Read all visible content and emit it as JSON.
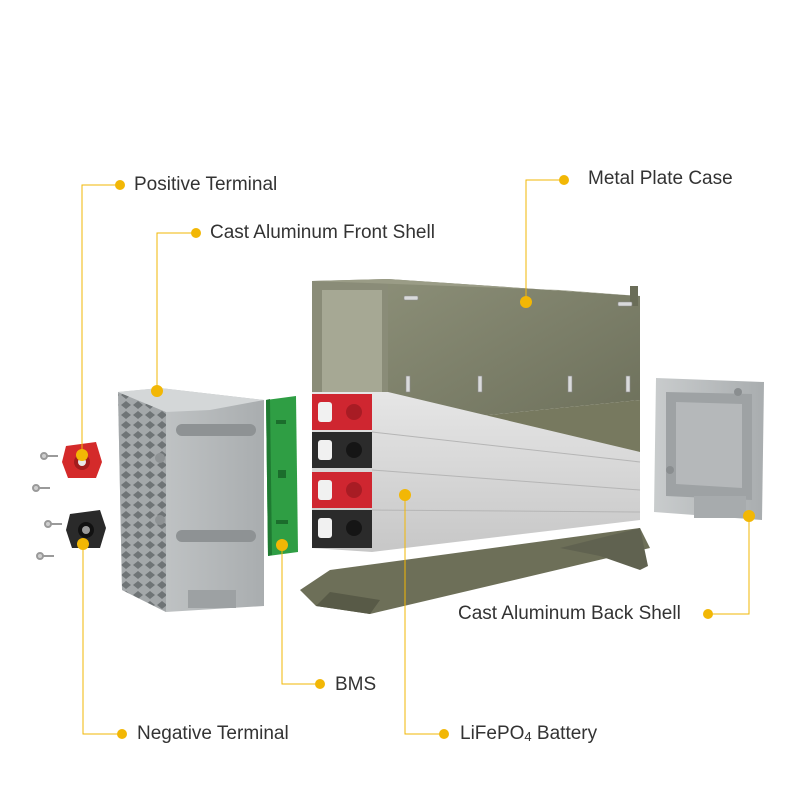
{
  "colors": {
    "leader_line": "#f2b705",
    "dot": "#f2b705",
    "label_text": "#333333",
    "case_olive": "#7a7d66",
    "aluminum_grey": "#b9bcbe",
    "bms_green": "#2f9e44",
    "terminal_red": "#d42a2a",
    "terminal_black": "#2a2a2a"
  },
  "labels": {
    "positive_terminal": "Positive Terminal",
    "front_shell": "Cast Aluminum Front Shell",
    "metal_case": "Metal Plate Case",
    "back_shell": "Cast Aluminum Back Shell",
    "bms": "BMS",
    "negative_terminal": "Negative Terminal",
    "battery_main": "LiFePO",
    "battery_sub": "4",
    "battery_tail": " Battery"
  },
  "icons": [
    "positive-terminal-icon",
    "negative-terminal-icon",
    "screw-icon"
  ]
}
